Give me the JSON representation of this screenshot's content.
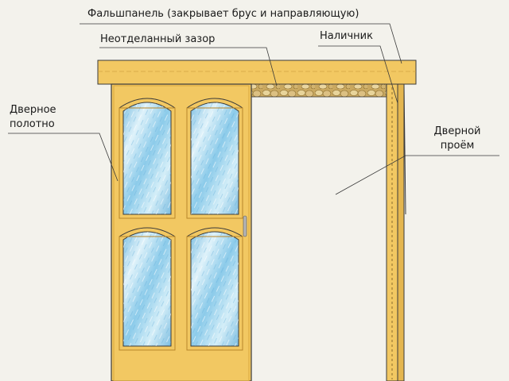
{
  "labels": {
    "false_panel": "Фальшпанель (закрывает брус и направляющую)",
    "unfinished_gap": "Неотделанный зазор",
    "casing": "Наличник",
    "door_leaf_line1": "Дверное",
    "door_leaf_line2": "полотно",
    "doorway_line1": "Дверной",
    "doorway_line2": "проём"
  },
  "colors": {
    "wood": "#f2c862",
    "wood_dark": "#d9a93c",
    "glass": "#a8d8ef",
    "glass_light": "#dff2fa",
    "outline": "#3a3a3a",
    "background": "#f3f2ec"
  }
}
